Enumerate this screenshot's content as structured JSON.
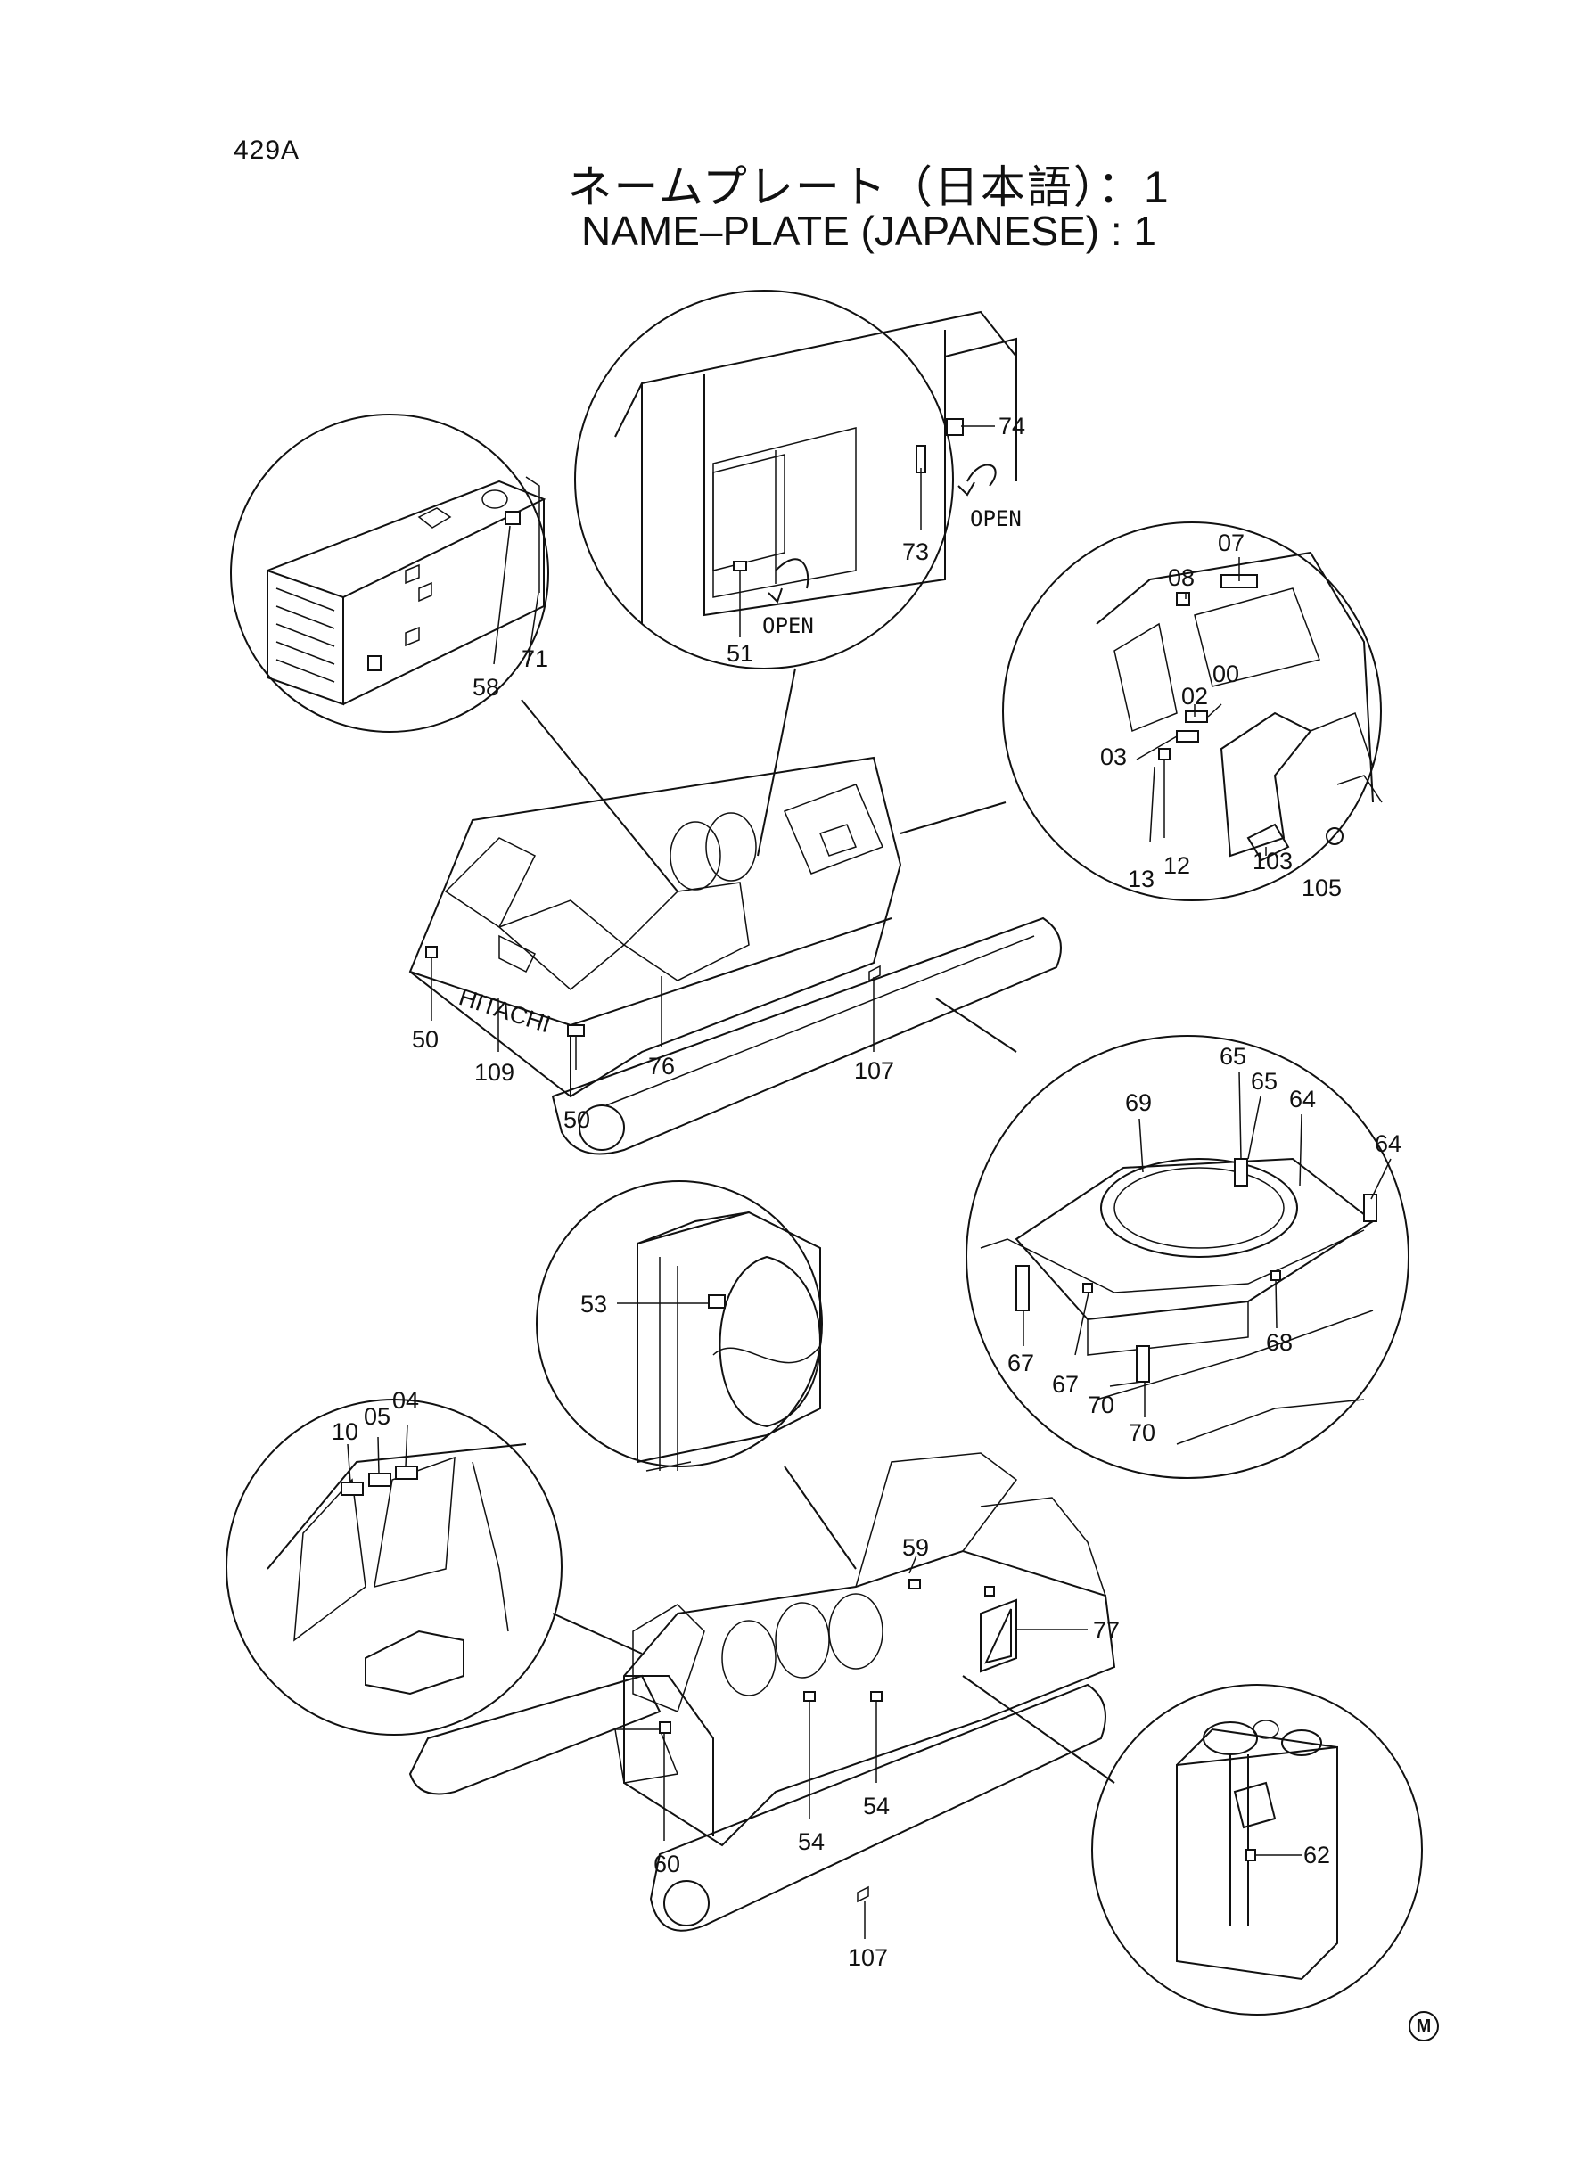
{
  "page_number": "429A",
  "title_japanese": "ネームプレート（日本語）：1",
  "title_english": "NAME–PLATE (JAPANESE) : 1",
  "brand_text": "HITACHI",
  "open_labels": [
    "OPEN",
    "OPEN"
  ],
  "part_callouts": {
    "c58": "58",
    "c71": "71",
    "c74": "74",
    "c73": "73",
    "c51": "51",
    "c07": "07",
    "c08": "08",
    "c02": "02",
    "c00": "00",
    "c03": "03",
    "c12": "12",
    "c13": "13",
    "c103": "103",
    "c105": "105",
    "c50a": "50",
    "c50b": "50",
    "c109": "109",
    "c76": "76",
    "c107a": "107",
    "c65a": "65",
    "c65b": "65",
    "c69": "69",
    "c64a": "64",
    "c64b": "64",
    "c67a": "67",
    "c67b": "67",
    "c68": "68",
    "c70a": "70",
    "c70b": "70",
    "c53": "53",
    "c10": "10",
    "c05": "05",
    "c04": "04",
    "c59": "59",
    "c77": "77",
    "c60": "60",
    "c54a": "54",
    "c54b": "54",
    "c62": "62",
    "c107b": "107"
  },
  "corner_mark": "M"
}
